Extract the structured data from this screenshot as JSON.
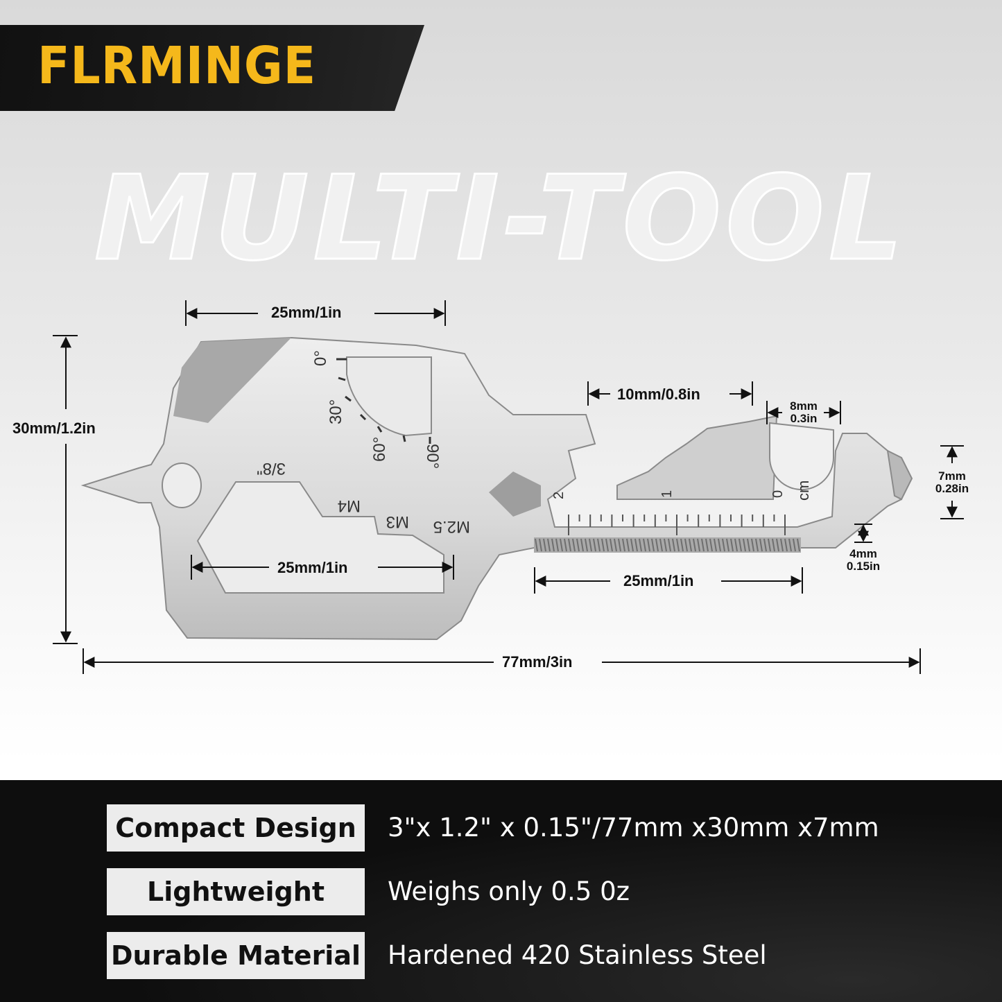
{
  "brand": {
    "name": "FLRMINGE"
  },
  "headline": "MULTI-TOOL",
  "dimensions": {
    "top_width": "25mm/1in",
    "height": "30mm/1.2in",
    "hex_width": "25mm/1in",
    "ruler_length": "25mm/1in",
    "total_length": "77mm/3in",
    "slot_width": "10mm/0.8in",
    "hook_mm": "8mm",
    "hook_in": "0.3in",
    "tip_mm": "7mm",
    "tip_in": "0.28in",
    "tip_small_mm": "4mm",
    "tip_small_in": "0.15in"
  },
  "engravings": {
    "angle_0": "0°",
    "angle_30": "30°",
    "angle_60": "60°",
    "angle_90": "90°",
    "hex_3_8": "3/8\"",
    "m4": "M4",
    "m3": "M3",
    "m2_5": "M2.5",
    "ruler_2": "2",
    "ruler_1": "1",
    "ruler_0": "0",
    "ruler_unit": "cm"
  },
  "specs": [
    {
      "label": "Compact Design",
      "value": "3\"x 1.2\" x 0.15\"/77mm x30mm x7mm"
    },
    {
      "label": "Lightweight",
      "value": "Weighs only 0.5 0z"
    },
    {
      "label": "Durable Material",
      "value": "Hardened 420 Stainless Steel"
    }
  ],
  "colors": {
    "brand_yellow": "#f5b81b",
    "steel": "#dcdcdc",
    "dark_band": "#0d0d0d"
  }
}
